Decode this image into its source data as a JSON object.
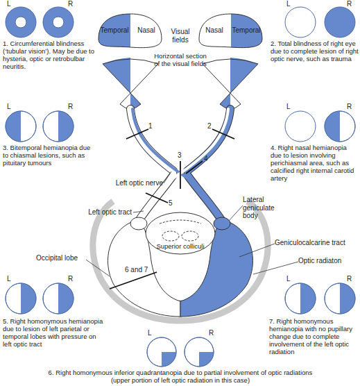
{
  "diagram": {
    "nodes": [
      {
        "text": [
          "Temporal",
          "Nasal"
        ]
      },
      {
        "text": [
          "Nasal",
          "Temporal"
        ]
      }
    ],
    "labels": [
      "L",
      "R",
      "1. Circumferential blindness (‘tubular vision’). May be due to hysteria, optic or retrobulbar neuritis.",
      "L",
      "R",
      "2. Total blindness of right eye due to complete lesion of right optic nerve, such as trauma",
      "Visual fields",
      "Horizontal section of the visual fields",
      "L",
      "R",
      "3. Bitemporal hemianopia due to chiasmal lesions, such as pituitary tumours",
      "L",
      "R",
      "4. Right nasal hemianopia due to lesion involving perichiasmal area, such as calcified right internal carotid artery",
      "1",
      "2",
      "3",
      "4",
      "5",
      "Left optic nerve",
      "Lateral geniculate body",
      "Left optic tract",
      "Superior colliculi",
      "Geniculocalcarine tract",
      "Occipital lobe",
      "6 and 7",
      "Optic radiaton",
      "L",
      "R",
      "5. Right homonymous hemianopia due to lesion of left parietal or temporal lobes with pressure on left optic tract",
      "L",
      "R",
      "7. Right homonymous hemianopia with no pupillary change due to complete involvement of the left optic radiation",
      "L",
      "R",
      "6. Right homonymous inferior quadrantanopia due to partial involvement of optic radiations (upper portion of left optic radiation in this case)"
    ]
  }
}
